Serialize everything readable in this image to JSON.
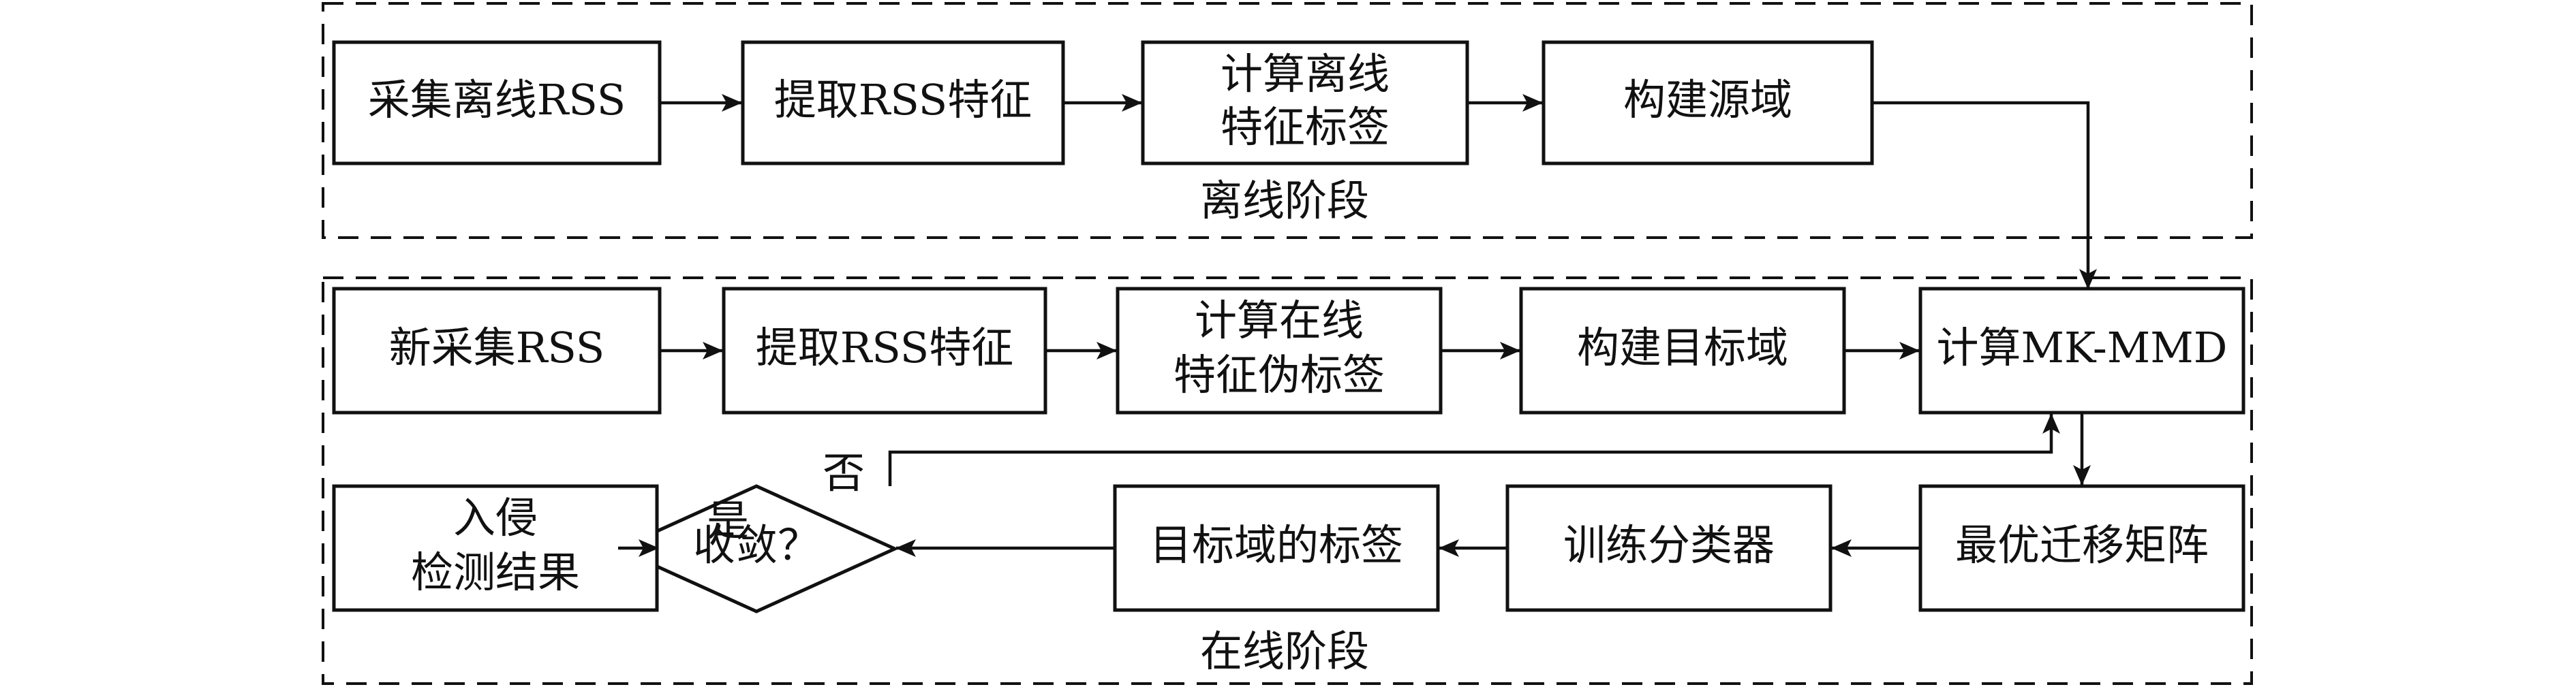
{
  "offline_stage": {
    "label": "离线阶段",
    "steps": {
      "collect": "采集离线RSS",
      "extract": "提取RSS特征",
      "label_1": "计算离线",
      "label_2": "特征标签",
      "build": "构建源域"
    }
  },
  "online_stage": {
    "label": "在线阶段",
    "steps": {
      "collect": "新采集RSS",
      "extract": "提取RSS特征",
      "pseudo_1": "计算在线",
      "pseudo_2": "特征伪标签",
      "build": "构建目标域",
      "mmd": "计算MK-MMD",
      "matrix": "最优迁移矩阵",
      "train": "训练分类器",
      "target_labels": "目标域的标签",
      "decision": "收敛？",
      "decision_no": "否",
      "decision_yes": "是",
      "result_1": "入侵",
      "result_2": "检测结果"
    }
  }
}
